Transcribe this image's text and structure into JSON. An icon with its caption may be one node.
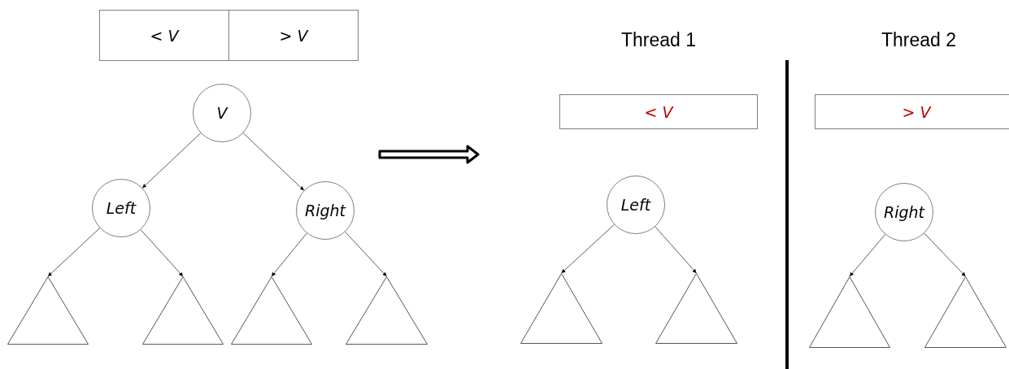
{
  "diagram": {
    "nodes": [
      {
        "text": [
          "< V"
        ]
      },
      {
        "text": [
          "> V"
        ]
      },
      {
        "text": [
          "V"
        ]
      },
      {
        "text": [
          "Left"
        ]
      },
      {
        "text": [
          "Right"
        ]
      },
      {
        "text": [],
        "shape": "triangle"
      },
      {
        "text": [],
        "shape": "triangle"
      },
      {
        "text": [],
        "shape": "triangle"
      },
      {
        "text": [],
        "shape": "triangle"
      },
      {
        "text": [
          "< V"
        ]
      },
      {
        "text": [
          "> V"
        ]
      },
      {
        "text": [
          "Left"
        ]
      },
      {
        "text": [
          "Right"
        ]
      },
      {
        "text": [],
        "shape": "triangle"
      },
      {
        "text": [],
        "shape": "triangle"
      },
      {
        "text": [],
        "shape": "triangle"
      },
      {
        "text": [],
        "shape": "triangle"
      }
    ],
    "edges": [
      {
        "from": 2,
        "to": 3,
        "arrow": "to"
      },
      {
        "from": 2,
        "to": 4,
        "arrow": "to"
      },
      {
        "from": 3,
        "to": 5,
        "arrow": "to"
      },
      {
        "from": 3,
        "to": 6,
        "arrow": "to"
      },
      {
        "from": 4,
        "to": 7,
        "arrow": "to"
      },
      {
        "from": 4,
        "to": 8,
        "arrow": "to"
      },
      {
        "from": 11,
        "to": 13,
        "arrow": "to"
      },
      {
        "from": 11,
        "to": 14,
        "arrow": "to"
      },
      {
        "from": 12,
        "to": 15,
        "arrow": "to"
      },
      {
        "from": 12,
        "to": 16,
        "arrow": "to"
      }
    ],
    "labels": [
      "Thread 1",
      "Thread 2"
    ]
  }
}
